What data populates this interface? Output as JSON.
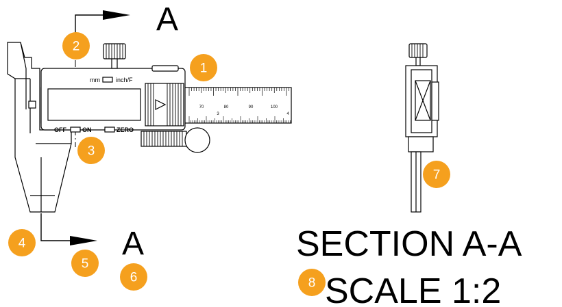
{
  "section_letter": "A",
  "section_title": "SECTION A-A",
  "scale_text": "SCALE 1:2",
  "display": {
    "unit_left": "mm",
    "unit_right": "inch/F",
    "off_label": "OFF",
    "on_label": "ON",
    "zero_label": "ZERO"
  },
  "scale_numbers": [
    "70",
    "80",
    "90",
    "100"
  ],
  "scale_small": [
    "3",
    "4"
  ],
  "callouts": [
    "1",
    "2",
    "3",
    "4",
    "5",
    "6",
    "7",
    "8"
  ],
  "colors": {
    "badge": "#f5a01e",
    "line": "#000000"
  }
}
